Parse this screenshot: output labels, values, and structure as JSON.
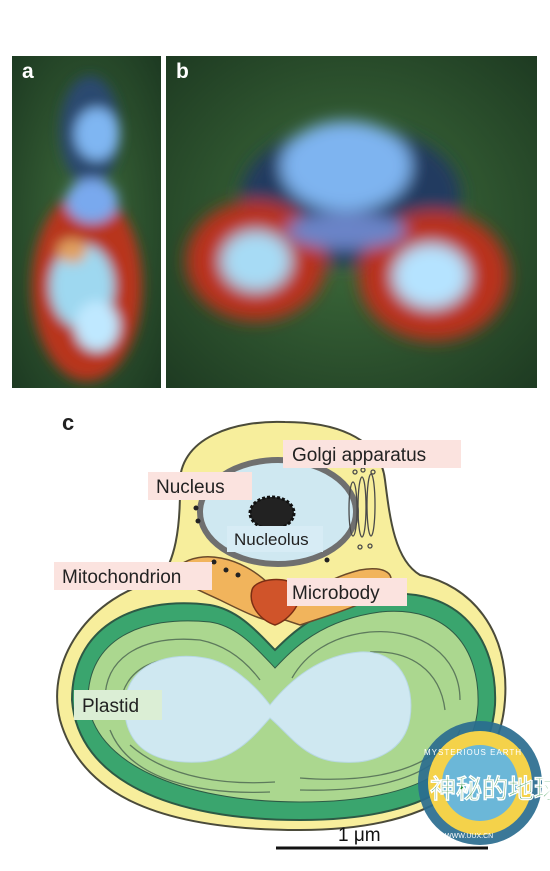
{
  "panels": {
    "a": {
      "letter": "a"
    },
    "b": {
      "letter": "b"
    },
    "c": {
      "letter": "c"
    }
  },
  "labels": {
    "golgi": "Golgi apparatus",
    "nucleus": "Nucleus",
    "nucleolus": "Nucleolus",
    "mitochondrion": "Mitochondrion",
    "microbody": "Microbody",
    "plastid": "Plastid"
  },
  "scale_bar": {
    "label": "1 μm"
  },
  "watermark": {
    "text_top": "MYSTERIOUS EARTH",
    "glyphs": "神秘的地球",
    "url": "WWW.UUX.CN"
  },
  "colors": {
    "cytoplasm": "#f7ee9c",
    "plastid_outer": "#33a06a",
    "plastid_body": "#a9d58d",
    "nucleus": "#cfe8f1",
    "mito": "#f1b45c",
    "microbody": "#d0542a",
    "label_bg": "#fbe3df"
  }
}
